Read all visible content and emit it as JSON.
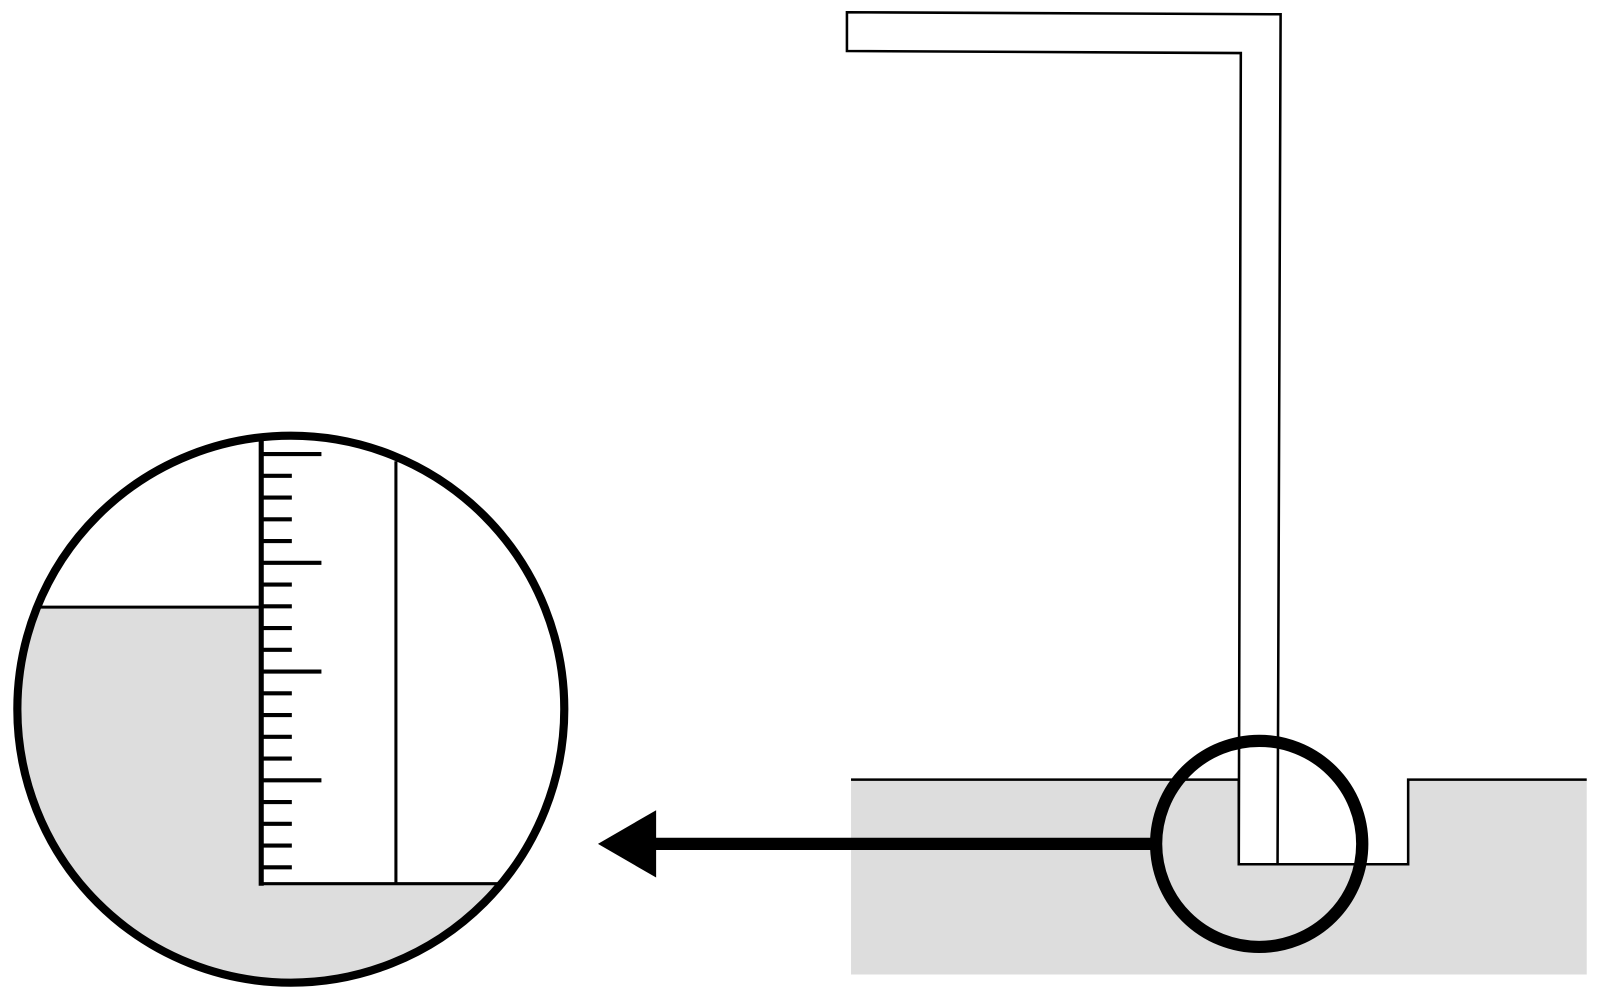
{
  "diagram": {
    "description_labels": [],
    "colors": {
      "stroke": "#000000",
      "water_fill": "#dddddd",
      "background": "#ffffff"
    },
    "gauge": {
      "major_tick_every": 5,
      "tick_count": 21,
      "water_level_tick_index": 7
    }
  }
}
